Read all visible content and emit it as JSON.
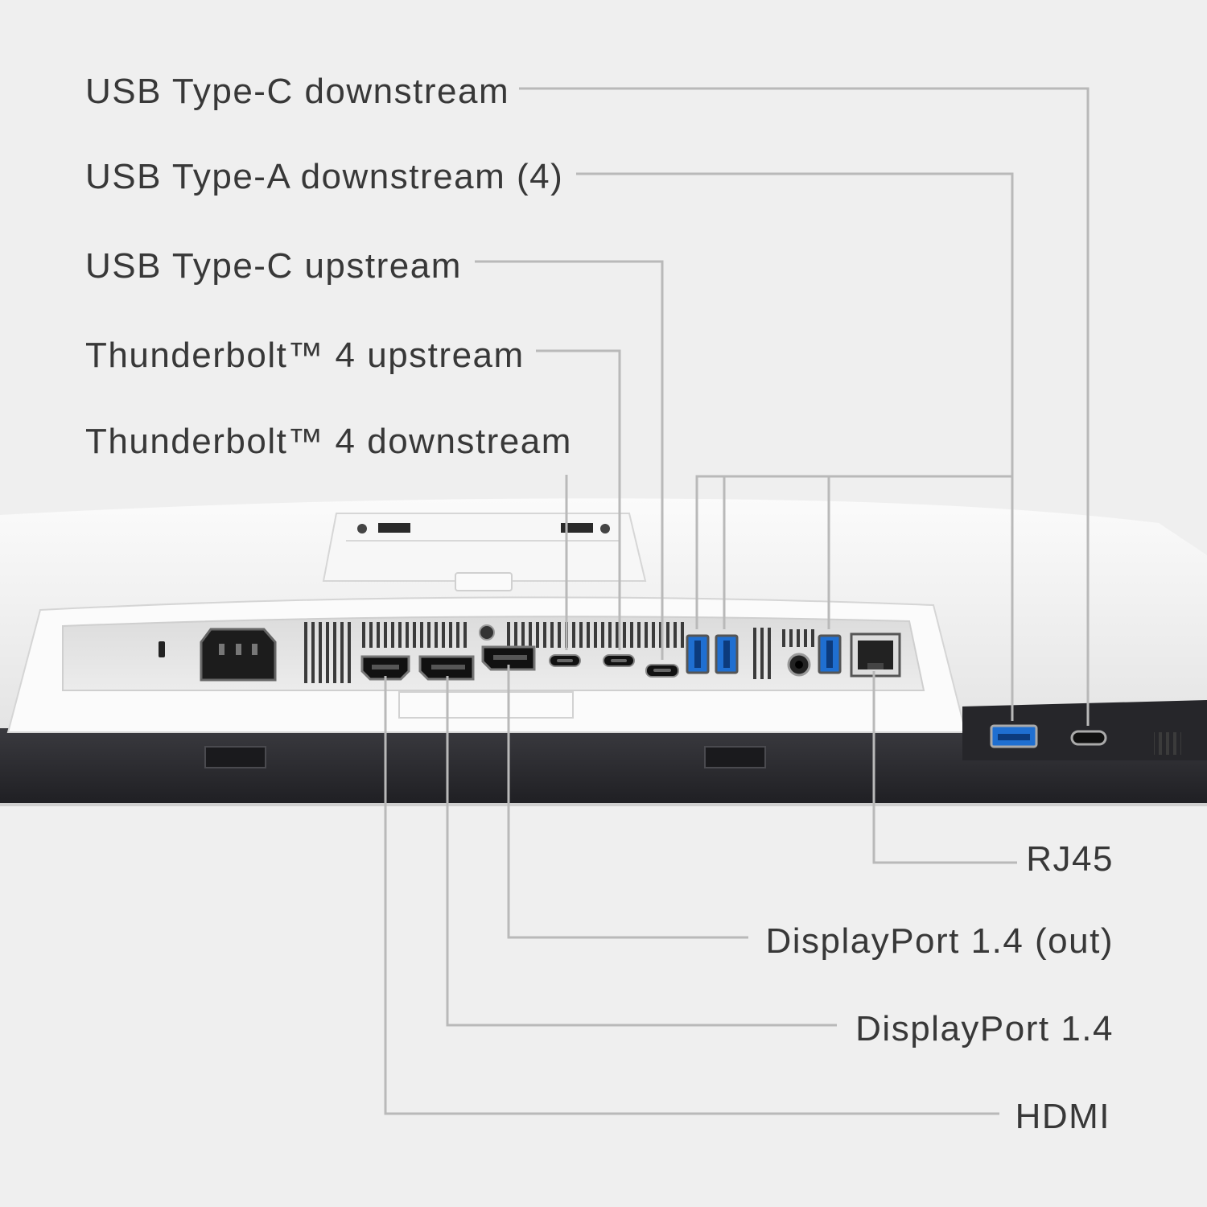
{
  "callouts": {
    "usb_c_downstream": "USB Type-C downstream",
    "usb_a_downstream": "USB Type-A downstream (4)",
    "usb_c_upstream": "USB Type-C upstream",
    "thunderbolt_upstream": "Thunderbolt™ 4 upstream",
    "thunderbolt_downstream": "Thunderbolt™ 4 downstream",
    "rj45": "RJ45",
    "displayport_out": "DisplayPort 1.4 (out)",
    "displayport": "DisplayPort 1.4",
    "hdmi": "HDMI"
  },
  "colors": {
    "background": "#efefef",
    "monitor_shell": "#f2f2f2",
    "bezel_dark": "#2b2b2f",
    "usb3_blue": "#1f6fd1",
    "leader_line": "#b9b9b9",
    "text": "#383838"
  }
}
